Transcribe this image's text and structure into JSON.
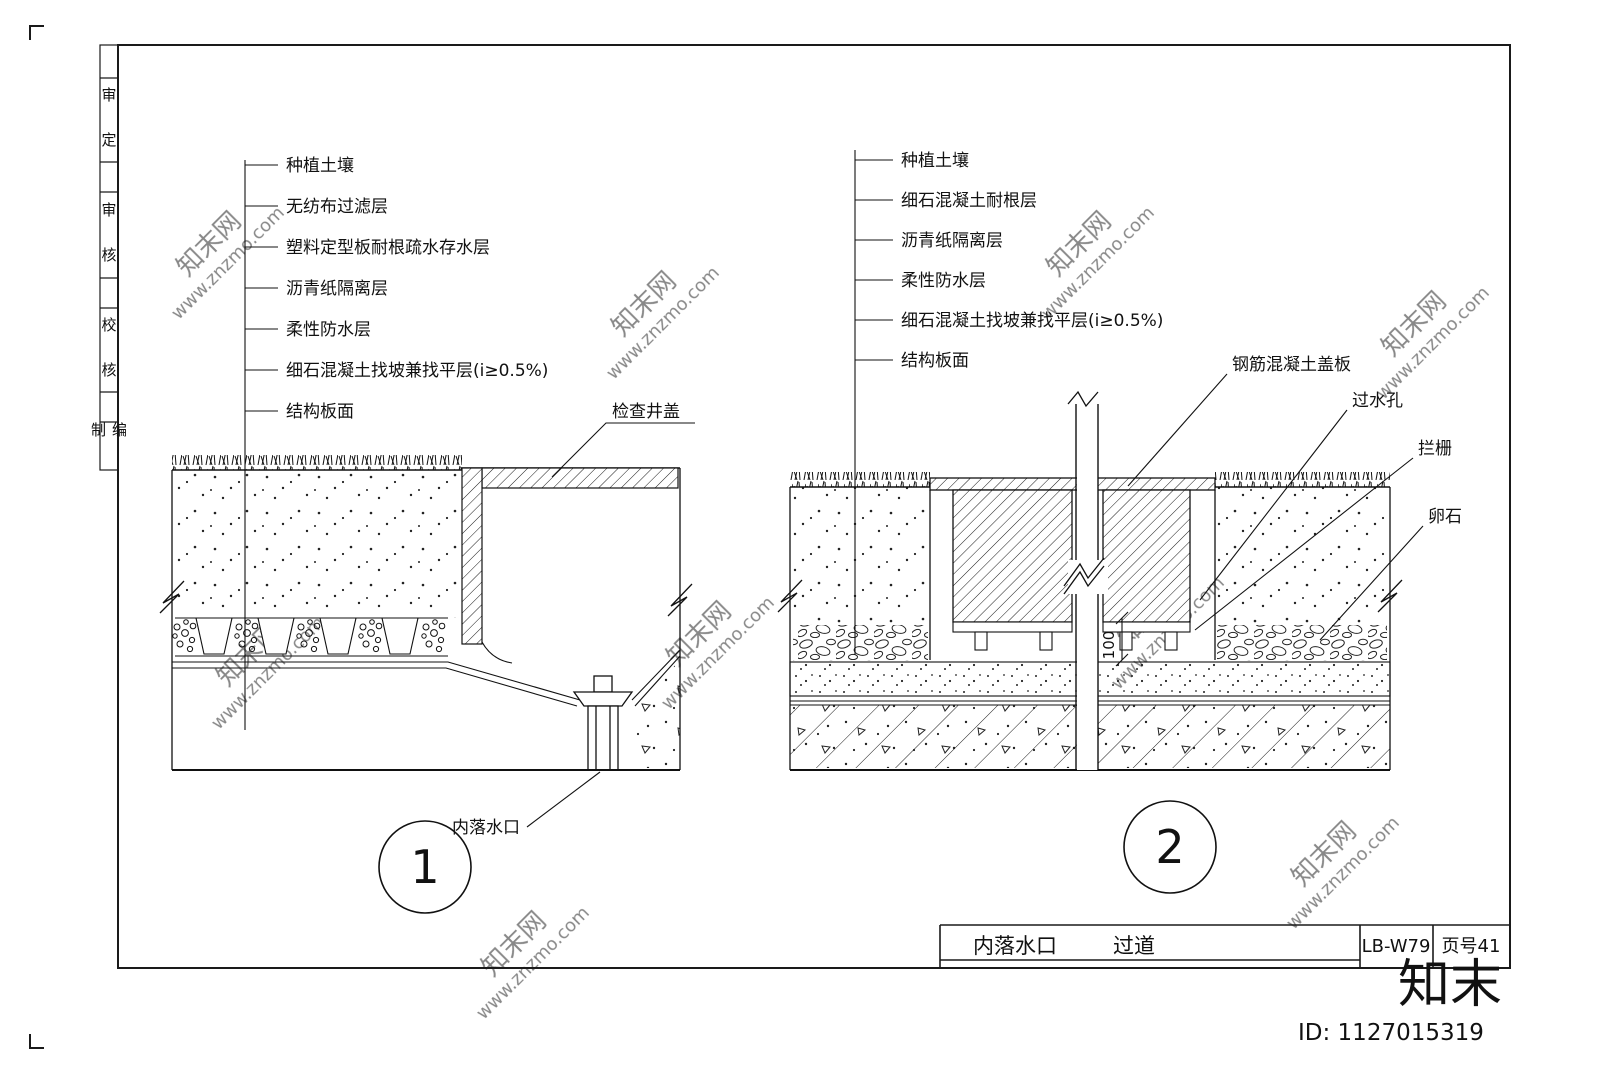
{
  "sheet": {
    "strip": [
      "审 定",
      "审 核",
      "校 核",
      "编 制"
    ],
    "title_block": {
      "drawing_name": "内落水口",
      "drawing_name2": "过道",
      "code": "LB-W79",
      "page": "页号41"
    }
  },
  "detail1": {
    "number": "1",
    "layer_labels": [
      "种植土壤",
      "无纺布过滤层",
      "塑料定型板耐根疏水存水层",
      "沥青纸隔离层",
      "柔性防水层",
      "细石混凝土找坡兼找平层(i≥0.5%)",
      "结构板面"
    ],
    "callout_cover": "检查井盖",
    "callout_drain": "内落水口"
  },
  "detail2": {
    "number": "2",
    "layer_labels": [
      "种植土壤",
      "细石混凝土耐根层",
      "沥青纸隔离层",
      "柔性防水层",
      "细石混凝土找坡兼找平层(i≥0.5%)",
      "结构板面"
    ],
    "callouts": [
      "钢筋混凝土盖板",
      "过水孔",
      "拦栅",
      "卵石"
    ],
    "dim_100": "100"
  },
  "watermark": {
    "brand": "知末网",
    "url": "www.znzmo.com",
    "logo": "知末",
    "id_text": "ID: 1127015319"
  }
}
